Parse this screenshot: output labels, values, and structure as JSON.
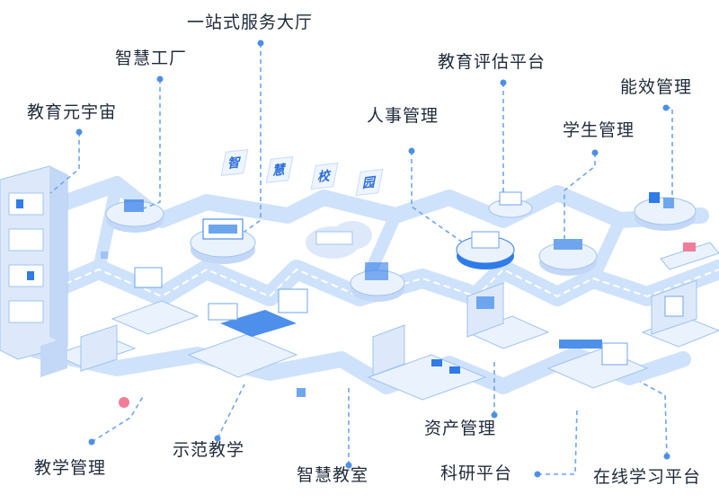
{
  "banner": {
    "chars": [
      "智",
      "慧",
      "校",
      "园"
    ]
  },
  "labels": {
    "yizhanshi": "一站式服务大厅",
    "zhihui_gongchang": "智慧工厂",
    "jiaoyu_yuanyuzhou": "教育元宇宙",
    "jiaoyu_pinggu": "教育评估平台",
    "nengxiao_guanli": "能效管理",
    "renshi_guanli": "人事管理",
    "xuesheng_guanli": "学生管理",
    "jiaoxue_guanli": "教学管理",
    "shifan_jiaoxue": "示范教学",
    "zhihui_jiaoshi": "智慧教室",
    "zichan_guanli": "资产管理",
    "keyan_pingtai": "科研平台",
    "zaixian_xuexi": "在线学习平台"
  },
  "colors": {
    "path": "#cfe2fb",
    "path_edge": "#9fc3f2",
    "accent": "#2f7be8",
    "leader": "#6ea6ee",
    "dot": "#4e8fe6",
    "text": "#1f2a3a"
  }
}
